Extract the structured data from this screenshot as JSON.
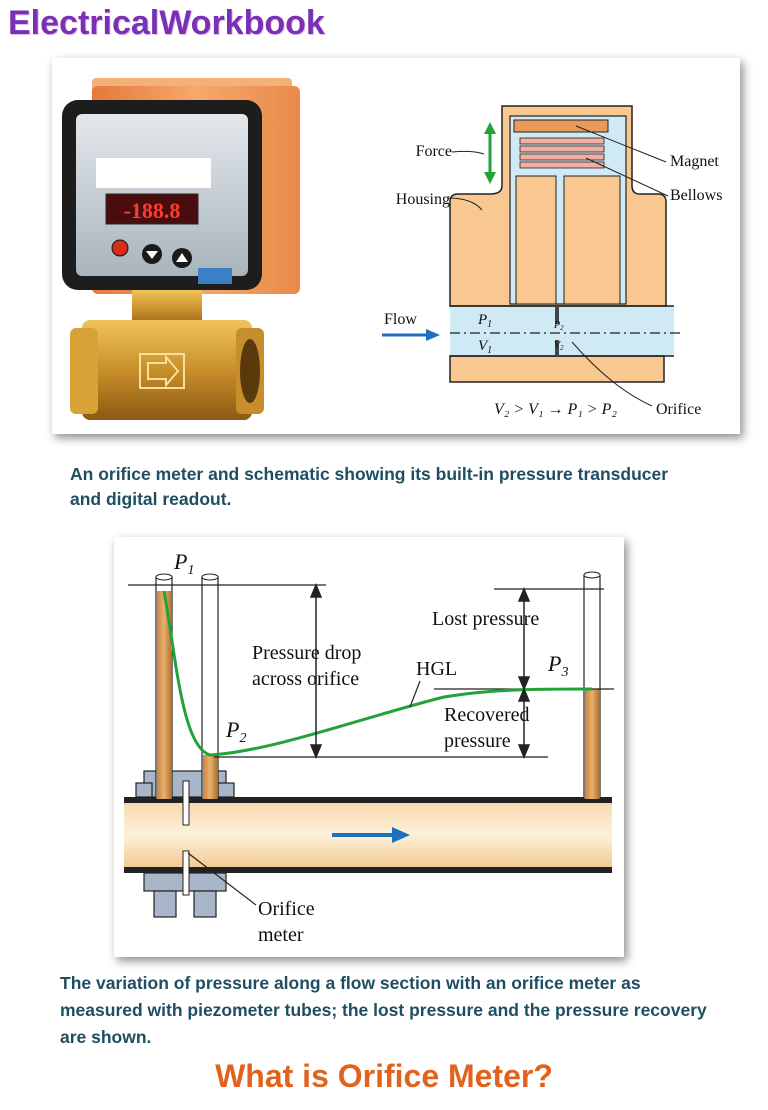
{
  "brand": {
    "name": "ElectricalWorkbook",
    "color": "#7b2fb5"
  },
  "figure1": {
    "device": {
      "display": "-188.8"
    },
    "schematic": {
      "labels": {
        "force": "Force",
        "housing": "Housing",
        "magnet": "Magnet",
        "bellows": "Bellows",
        "flow": "Flow",
        "orifice": "Orifice"
      },
      "formula": "V₂ > V₁ → P₁ > P₂"
    },
    "caption": "An orifice meter and schematic showing its built-in pressure transducer and digital readout."
  },
  "figure2": {
    "labels": {
      "p1": "P",
      "p1_sub": "1",
      "p2": "P",
      "p2_sub": "2",
      "p3": "P",
      "p3_sub": "3",
      "pressure_drop_1": "Pressure drop",
      "pressure_drop_2": "across orifice",
      "hgl": "HGL",
      "lost_pressure": "Lost pressure",
      "recovered_1": "Recovered",
      "recovered_2": "pressure",
      "orifice_1": "Orifice",
      "orifice_2": "meter"
    },
    "caption": "The variation of pressure along a flow section with an orifice meter as measured with piezometer tubes; the lost pressure and the pressure recovery are shown."
  },
  "footer": {
    "title": "What is Orifice Meter?",
    "color": "#e0621c"
  },
  "colors": {
    "housing": "#f8c890",
    "flow_channel": "#cfe9f5",
    "hgl_line": "#22a33a",
    "arrow": "#1f6fbf",
    "tube_fill": "#d49a55"
  }
}
